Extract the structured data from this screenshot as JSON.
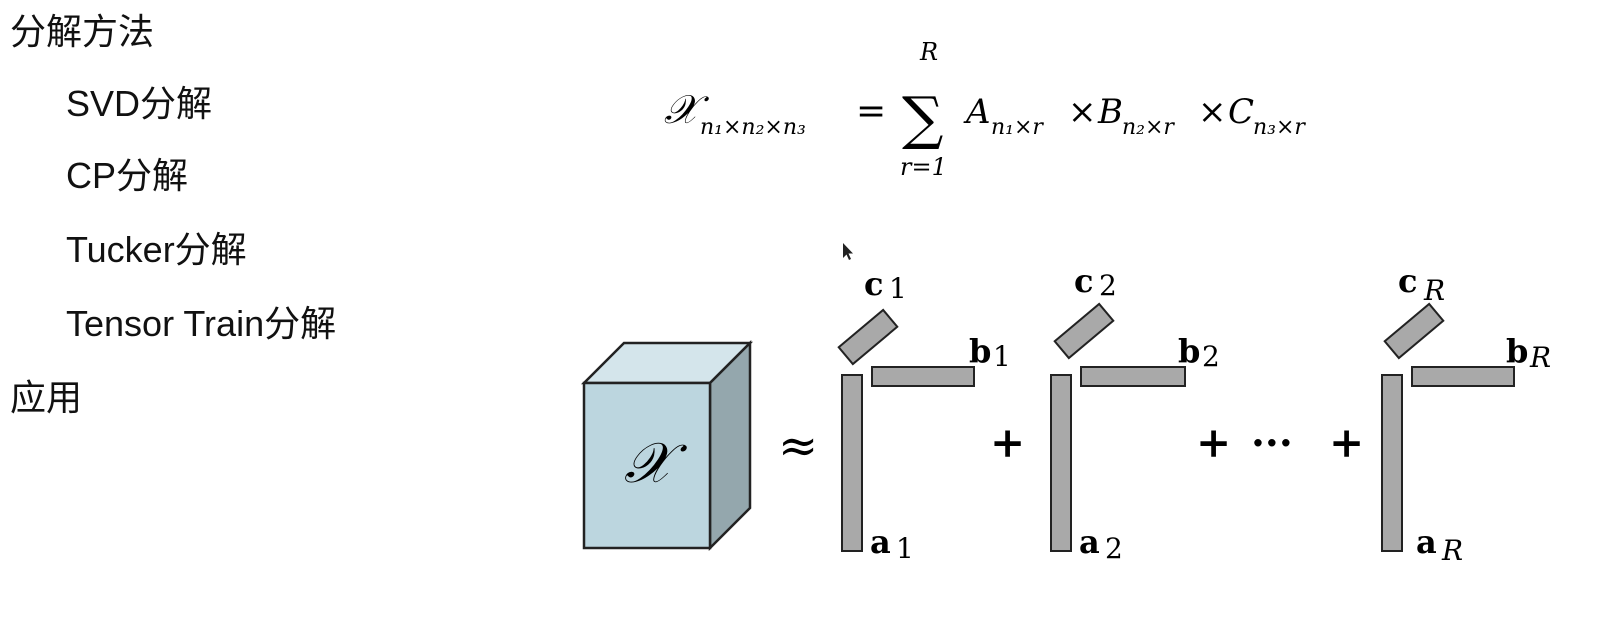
{
  "outline": {
    "heading_method": "分解方法",
    "items": [
      "SVD分解",
      "CP分解",
      "Tucker分解",
      "Tensor Train分解"
    ],
    "heading_app": "应用"
  },
  "formula": {
    "lhs": "𝒳",
    "lhs_sub": "n₁×n₂×n₃",
    "equals": "=",
    "sum": "∑",
    "sum_upper": "R",
    "sum_lower": "r=1",
    "a": "A",
    "a_sub": "n₁×r",
    "times1": "×",
    "b": "B",
    "b_sub": "n₂×r",
    "times2": "×",
    "c": "C",
    "c_sub": "n₃×r"
  },
  "diagram": {
    "tensor_label": "𝒳",
    "approx": "≈",
    "plus1": "+",
    "plus2": "+",
    "ellipsis": "···",
    "plus3": "+",
    "terms": [
      {
        "c": "c",
        "c_sub": "1",
        "b": "b",
        "b_sub": "1",
        "a": "a",
        "a_sub": "1"
      },
      {
        "c": "c",
        "c_sub": "2",
        "b": "b",
        "b_sub": "2",
        "a": "a",
        "a_sub": "2"
      },
      {
        "c": "c",
        "c_sub": "R",
        "b": "b",
        "b_sub": "R",
        "a": "a",
        "a_sub": "R"
      }
    ],
    "colors": {
      "bar": "#a9a9a9",
      "cube_front": "#bcd6df",
      "cube_top": "#d4e5eb",
      "cube_side": "#94a7ad"
    }
  }
}
